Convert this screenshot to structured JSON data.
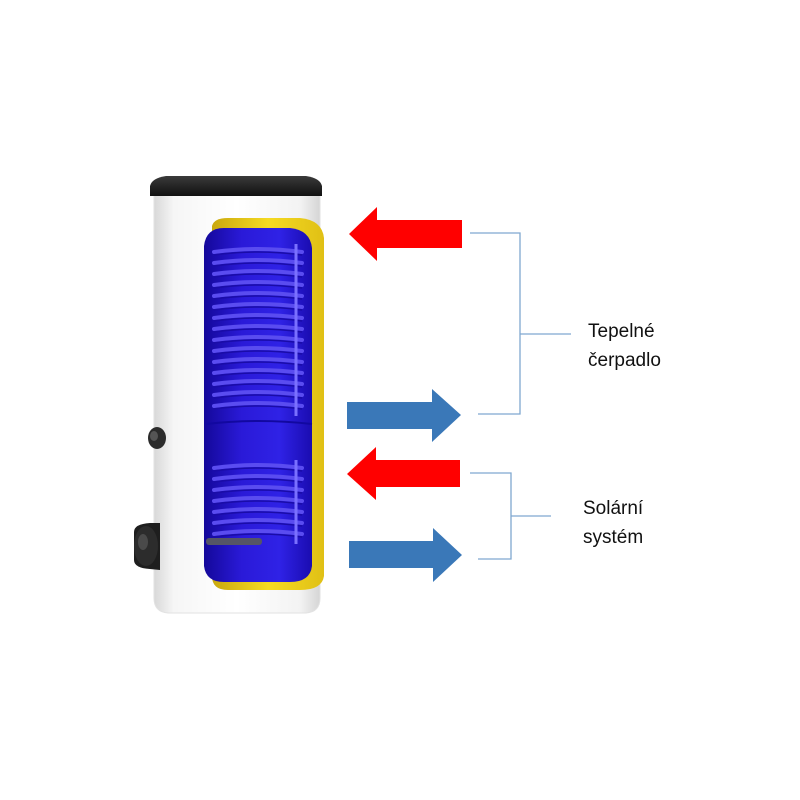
{
  "labels": {
    "heat_pump": {
      "line1": "Tepelné",
      "line2": "čerpadlo"
    },
    "solar": {
      "line1": "Solární",
      "line2": "systém"
    }
  },
  "colors": {
    "hot_arrow": "#ff0000",
    "cold_arrow": "#3a78b8",
    "bracket_line": "#7fa8d0",
    "tank_body": "#ffffff",
    "tank_lid": "#1e1e1e",
    "inner_tank": "#2a1ad8",
    "insulation": "#f1d21a",
    "coil": "#5a4cf0"
  },
  "icons": [
    "hot-inlet-arrow",
    "cold-outlet-arrow",
    "bracket"
  ]
}
